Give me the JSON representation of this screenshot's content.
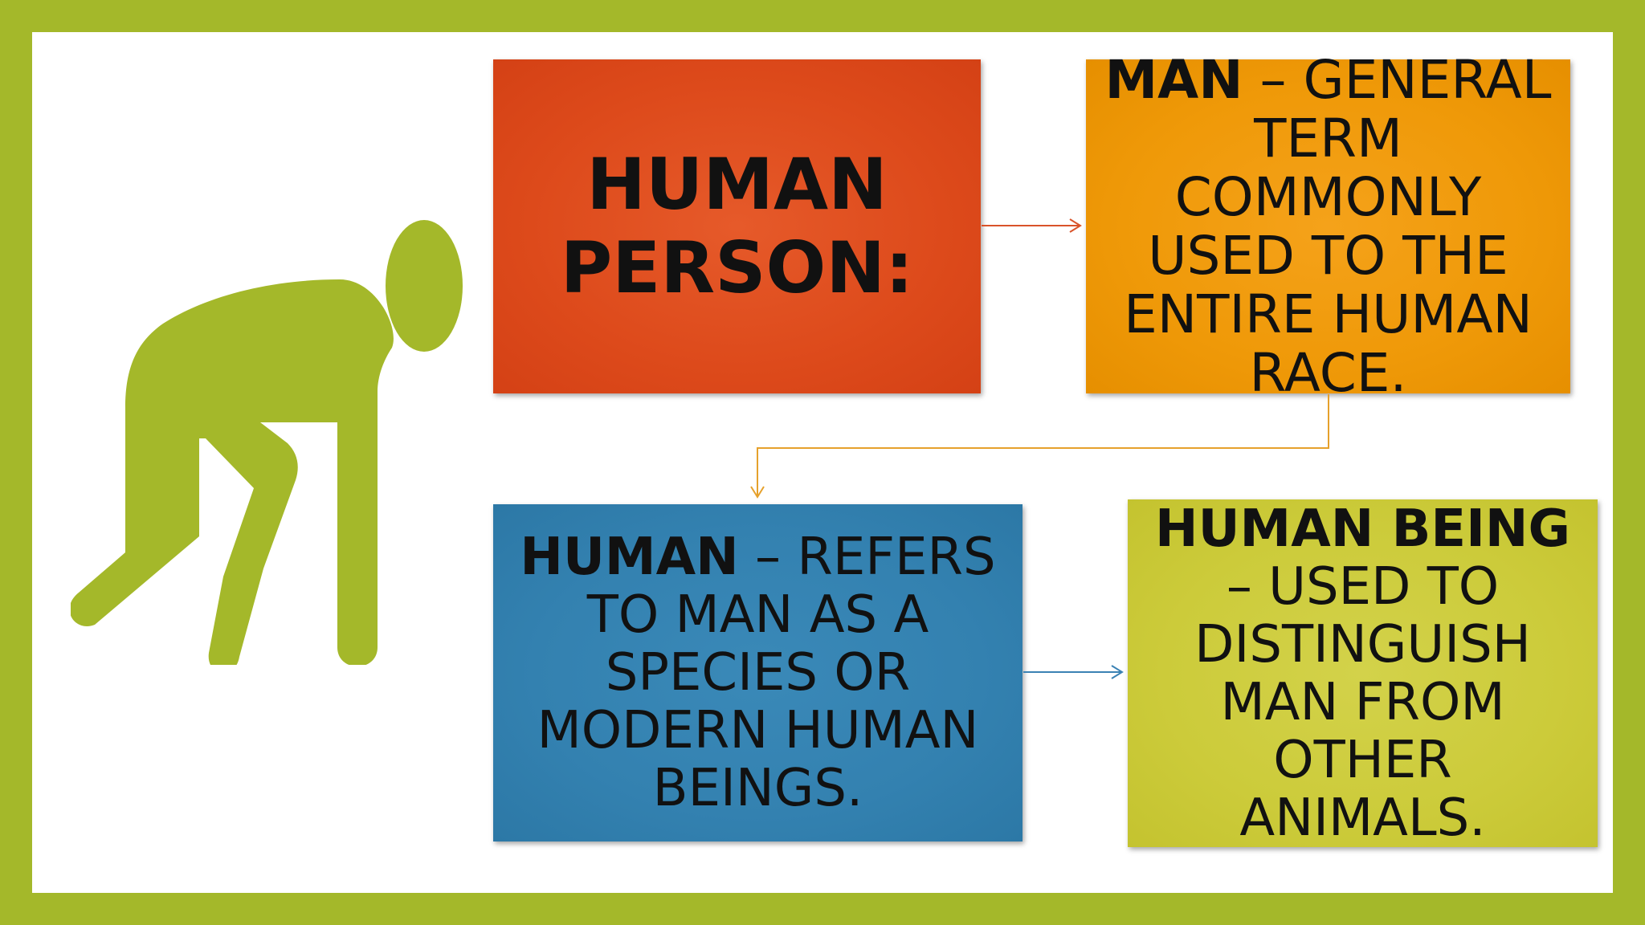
{
  "boxes": {
    "human_person": {
      "title": "HUMAN PERSON:"
    },
    "man": {
      "term": "MAN",
      "rest": " – GENERAL TERM COMMONLY USED TO THE ENTIRE HUMAN RACE."
    },
    "human": {
      "term": "HUMAN",
      "rest": " – REFERS TO MAN AS A SPECIES OR MODERN HUMAN BEINGS."
    },
    "human_being": {
      "term": "HUMAN BEING",
      "rest": " – USED TO DISTINGUISH MAN FROM OTHER ANIMALS."
    }
  },
  "colors": {
    "frame": "#a4b82a",
    "figure": "#a4b82a",
    "red_box": "#dd4a1b",
    "orange_box": "#ef9908",
    "blue_box": "#3381b0",
    "lime_box": "#cccb3a"
  },
  "icons": {
    "figure": "bending-person-icon"
  }
}
